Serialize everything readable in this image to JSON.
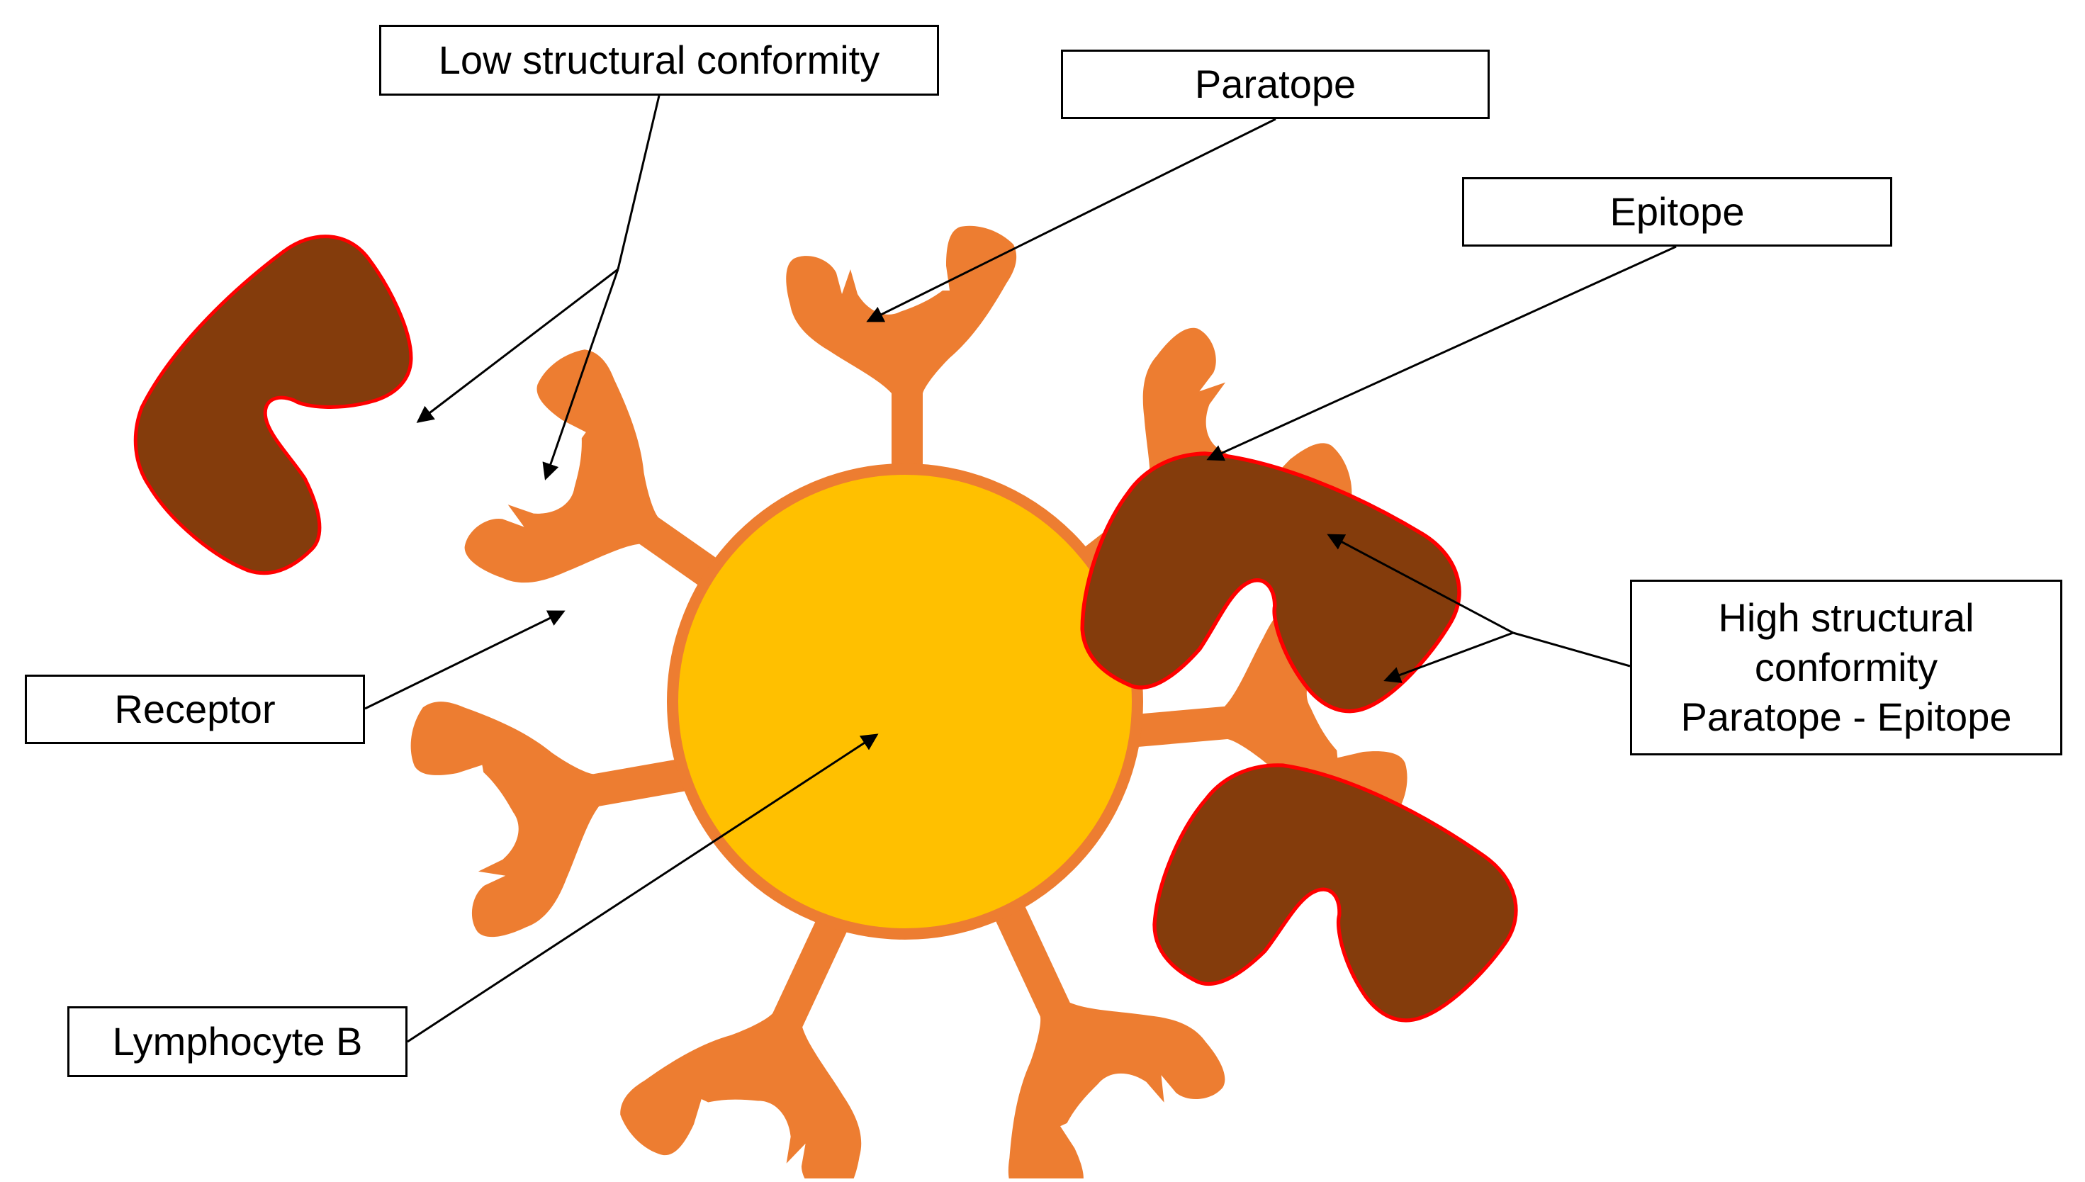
{
  "diagram": {
    "labels": {
      "low_structural_conformity": "Low structural conformity",
      "paratope": "Paratope",
      "epitope": "Epitope",
      "receptor": "Receptor",
      "high_structural_conformity": [
        "High structural",
        "conformity",
        "Paratope - Epitope"
      ],
      "lymphocyte_b": "Lymphocyte B"
    },
    "colors": {
      "cell_fill": "#FFC000",
      "cell_border": "#ED7D31",
      "receptor": "#ED7D31",
      "antigen_fill": "#843C0C",
      "antigen_outline": "#FF0000",
      "arrow": "#000000"
    }
  }
}
